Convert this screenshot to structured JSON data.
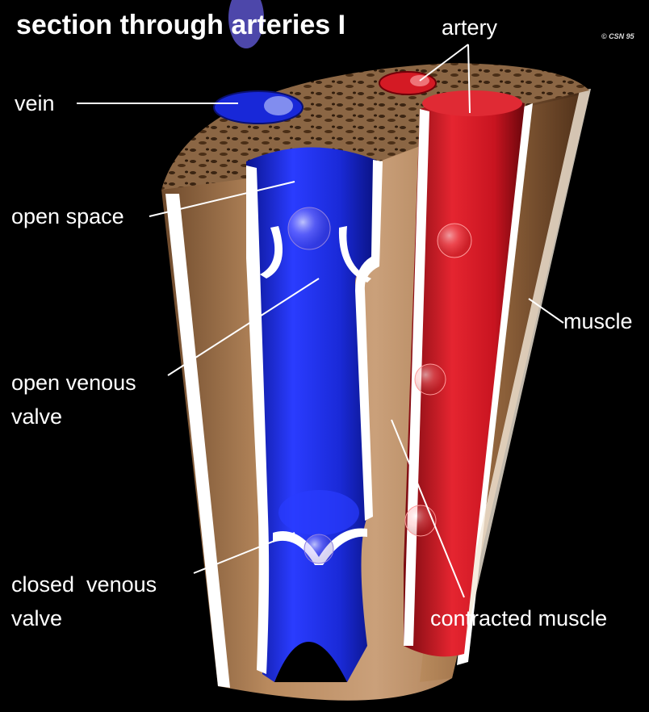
{
  "title": "section through arteries I",
  "copyright": "© CSN 95",
  "labels": {
    "artery": "artery",
    "vein": "vein",
    "open_space": "open space",
    "muscle": "muscle",
    "open_venous_valve_line1": "open venous",
    "open_venous_valve_line2": "valve",
    "closed_venous_valve_line1": "closed  venous",
    "closed_venous_valve_line2": "valve",
    "contracted_muscle": "contracted muscle"
  },
  "colors": {
    "background": "#000000",
    "vein": "#1a2ee0",
    "artery": "#d0141e",
    "muscle": "#b8865a",
    "membrane": "#ffffff",
    "label_text": "#ffffff"
  }
}
